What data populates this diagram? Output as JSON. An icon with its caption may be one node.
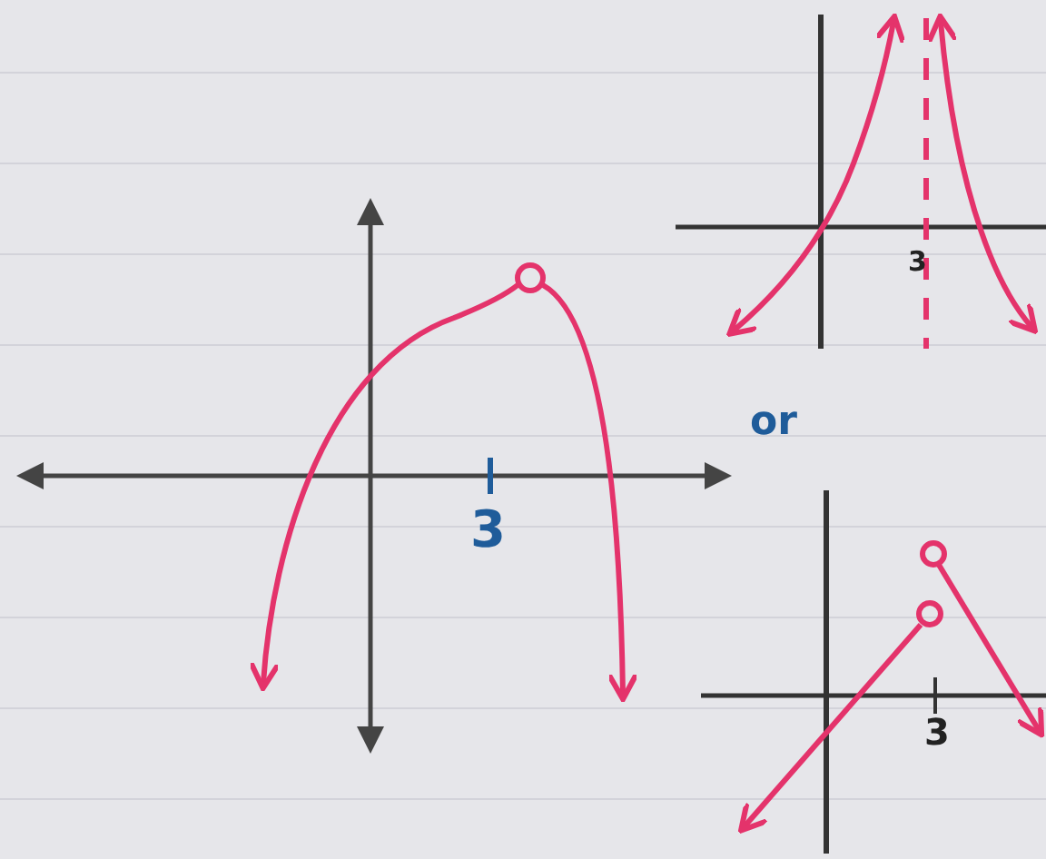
{
  "diagram": {
    "labels": [
      "3",
      "or",
      "3",
      "3"
    ]
  }
}
